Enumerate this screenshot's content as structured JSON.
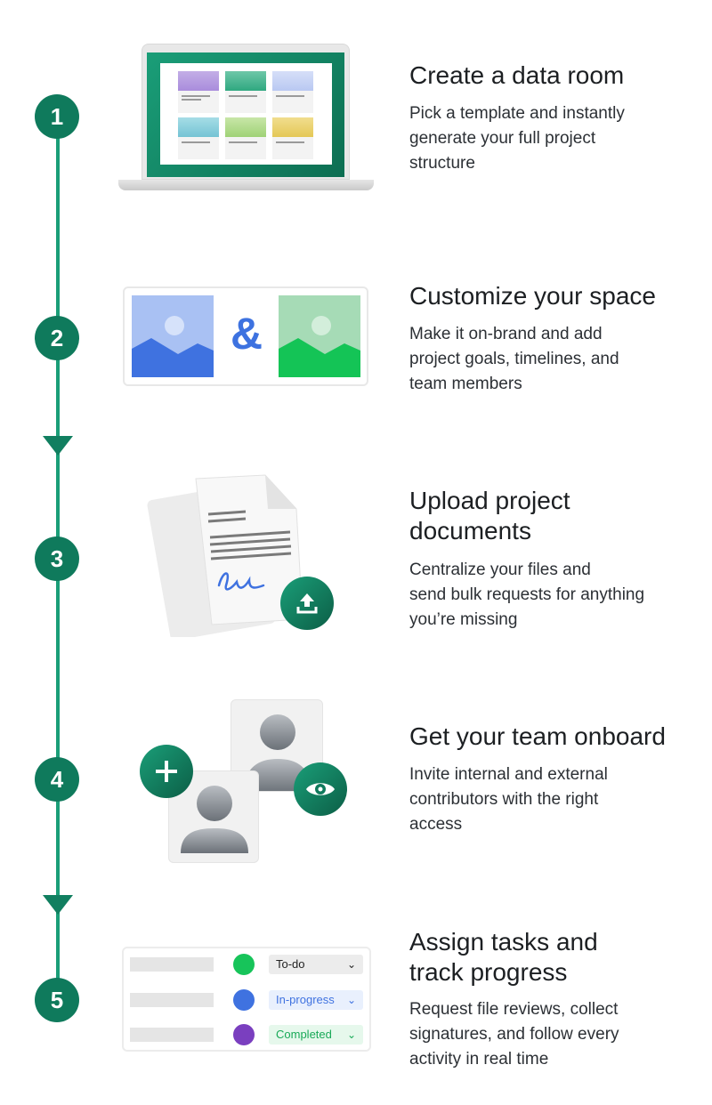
{
  "steps": [
    {
      "number": "1",
      "title": "Create a data room",
      "desc": [
        "Pick a template and instantly",
        "generate your full project",
        "structure"
      ]
    },
    {
      "number": "2",
      "title": "Customize your space",
      "desc": [
        "Make it on-brand and add",
        "project goals, timelines, and",
        "team members"
      ]
    },
    {
      "number": "3",
      "title_lines": [
        "Upload project",
        "documents"
      ],
      "desc": [
        "Centralize your files and",
        "send bulk requests for anything",
        "you’re missing"
      ]
    },
    {
      "number": "4",
      "title": "Get your team onboard",
      "desc": [
        "Invite internal and external",
        "contributors with the right",
        "access"
      ]
    },
    {
      "number": "5",
      "title_lines": [
        "Assign tasks and",
        "track progress"
      ],
      "desc": [
        "Request file reviews, collect",
        "signatures, and follow every",
        "activity in real time"
      ]
    }
  ],
  "customize": {
    "ampersand": "&"
  },
  "tasks": [
    {
      "status": "To-do",
      "dot_color": "#17c45a",
      "bg": "#ececec",
      "color": "#222222"
    },
    {
      "status": "In-progress",
      "dot_color": "#3f72e0",
      "bg": "#e9f0fd",
      "color": "#3f72e0"
    },
    {
      "status": "Completed",
      "dot_color": "#7a3fbf",
      "bg": "#e6f8ec",
      "color": "#18a957"
    }
  ],
  "colors": {
    "accent": "#0f7a5c",
    "line": "#1a9e78"
  },
  "icons": [
    "template-folder-icon",
    "image-icon",
    "document-icon",
    "upload-icon",
    "person-icon",
    "add-icon",
    "eye-icon",
    "chevron-down-icon"
  ]
}
